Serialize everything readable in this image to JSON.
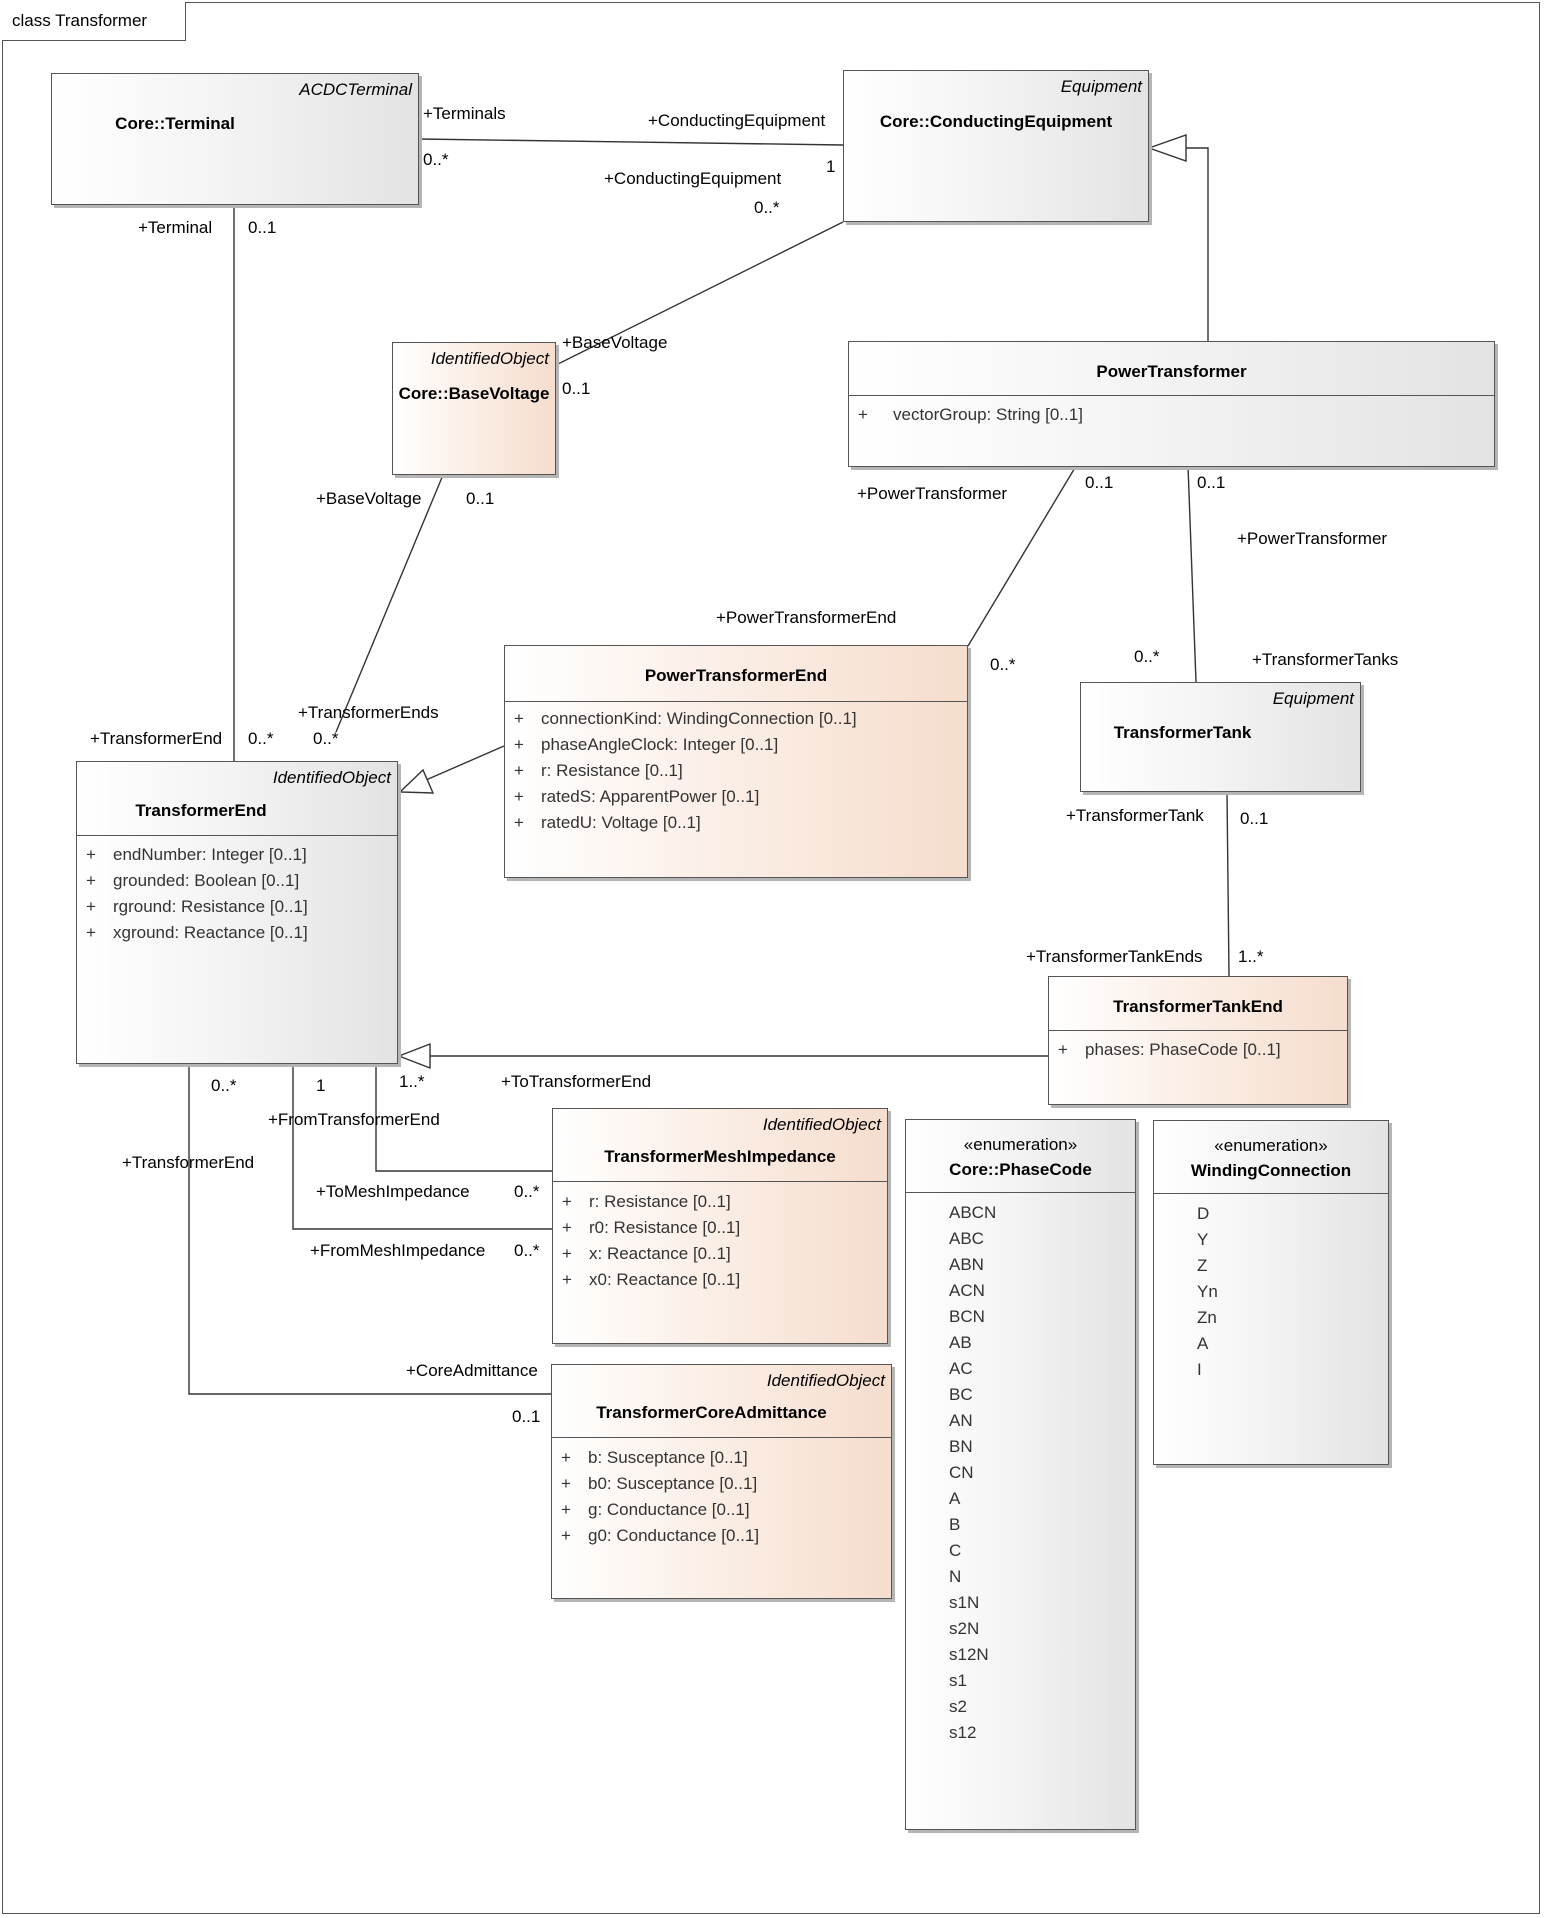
{
  "diagram": {
    "title": "class Transformer"
  },
  "classes": {
    "terminal": {
      "stereotype": "ACDCTerminal",
      "name": "Core::Terminal"
    },
    "conducting_equipment": {
      "stereotype": "Equipment",
      "name": "Core::ConductingEquipment"
    },
    "base_voltage": {
      "stereotype": "IdentifiedObject",
      "name": "Core::BaseVoltage"
    },
    "power_transformer": {
      "name": "PowerTransformer",
      "attributes": [
        {
          "vis": "+",
          "text": "vectorGroup: String [0..1]"
        }
      ]
    },
    "power_transformer_end": {
      "name": "PowerTransformerEnd",
      "attributes": [
        {
          "vis": "+",
          "text": "connectionKind: WindingConnection [0..1]"
        },
        {
          "vis": "+",
          "text": "phaseAngleClock: Integer [0..1]"
        },
        {
          "vis": "+",
          "text": "r: Resistance [0..1]"
        },
        {
          "vis": "+",
          "text": "ratedS: ApparentPower [0..1]"
        },
        {
          "vis": "+",
          "text": "ratedU: Voltage [0..1]"
        }
      ]
    },
    "transformer_tank": {
      "stereotype": "Equipment",
      "name": "TransformerTank"
    },
    "transformer_end": {
      "stereotype": "IdentifiedObject",
      "name": "TransformerEnd",
      "attributes": [
        {
          "vis": "+",
          "text": "endNumber: Integer [0..1]"
        },
        {
          "vis": "+",
          "text": "grounded: Boolean [0..1]"
        },
        {
          "vis": "+",
          "text": "rground: Resistance [0..1]"
        },
        {
          "vis": "+",
          "text": "xground: Reactance [0..1]"
        }
      ]
    },
    "transformer_tank_end": {
      "name": "TransformerTankEnd",
      "attributes": [
        {
          "vis": "+",
          "text": "phases: PhaseCode [0..1]"
        }
      ]
    },
    "transformer_mesh_impedance": {
      "stereotype": "IdentifiedObject",
      "name": "TransformerMeshImpedance",
      "attributes": [
        {
          "vis": "+",
          "text": "r: Resistance [0..1]"
        },
        {
          "vis": "+",
          "text": "r0: Resistance [0..1]"
        },
        {
          "vis": "+",
          "text": "x: Reactance [0..1]"
        },
        {
          "vis": "+",
          "text": "x0: Reactance [0..1]"
        }
      ]
    },
    "transformer_core_admittance": {
      "stereotype": "IdentifiedObject",
      "name": "TransformerCoreAdmittance",
      "attributes": [
        {
          "vis": "+",
          "text": "b: Susceptance [0..1]"
        },
        {
          "vis": "+",
          "text": "b0: Susceptance [0..1]"
        },
        {
          "vis": "+",
          "text": "g: Conductance [0..1]"
        },
        {
          "vis": "+",
          "text": "g0: Conductance [0..1]"
        }
      ]
    },
    "phase_code": {
      "stereotype": "«enumeration»",
      "name": "Core::PhaseCode",
      "literals": [
        "ABCN",
        "ABC",
        "ABN",
        "ACN",
        "BCN",
        "AB",
        "AC",
        "BC",
        "AN",
        "BN",
        "CN",
        "A",
        "B",
        "C",
        "N",
        "s1N",
        "s2N",
        "s12N",
        "s1",
        "s2",
        "s12"
      ]
    },
    "winding_connection": {
      "stereotype": "«enumeration»",
      "name": "WindingConnection",
      "literals": [
        "D",
        "Y",
        "Z",
        "Yn",
        "Zn",
        "A",
        "I"
      ]
    }
  },
  "roles": {
    "terminals": "+Terminals",
    "terminals_mult": "0..*",
    "ce_of_terminal": "+ConductingEquipment",
    "ce_of_terminal_mult": "1",
    "ce_of_basevoltage": "+ConductingEquipment",
    "ce_of_basevoltage_mult": "0..*",
    "terminal": "+Terminal",
    "terminal_mult": "0..1",
    "bv_of_ce": "+BaseVoltage",
    "bv_of_ce_mult": "0..1",
    "bv_of_te": "+BaseVoltage",
    "bv_of_te_mult": "0..1",
    "pt_of_pte": "+PowerTransformer",
    "pt_of_pte_mult": "0..1",
    "pt_of_tank": "+PowerTransformer",
    "pt_of_tank_mult": "0..1",
    "pte": "+PowerTransformerEnd",
    "pte_mult": "0..*",
    "tanks": "+TransformerTanks",
    "tanks_mult": "0..*",
    "te_of_terminal": "+TransformerEnd",
    "te_of_terminal_mult": "0..*",
    "te_of_bv": "+TransformerEnds",
    "te_of_bv_mult": "0..*",
    "tank_of_tankend": "+TransformerTank",
    "tank_of_tankend_mult": "0..1",
    "tankends": "+TransformerTankEnds",
    "tankends_mult": "1..*",
    "te_of_admittance_mult": "0..*",
    "from_te_mult": "1",
    "to_te_mult": "1..*",
    "to_te": "+ToTransformerEnd",
    "from_te": "+FromTransformerEnd",
    "te_of_admittance": "+TransformerEnd",
    "to_mesh": "+ToMeshImpedance",
    "to_mesh_mult": "0..*",
    "from_mesh": "+FromMeshImpedance",
    "from_mesh_mult": "0..*",
    "core_admittance": "+CoreAdmittance",
    "core_admittance_mult": "0..1"
  }
}
